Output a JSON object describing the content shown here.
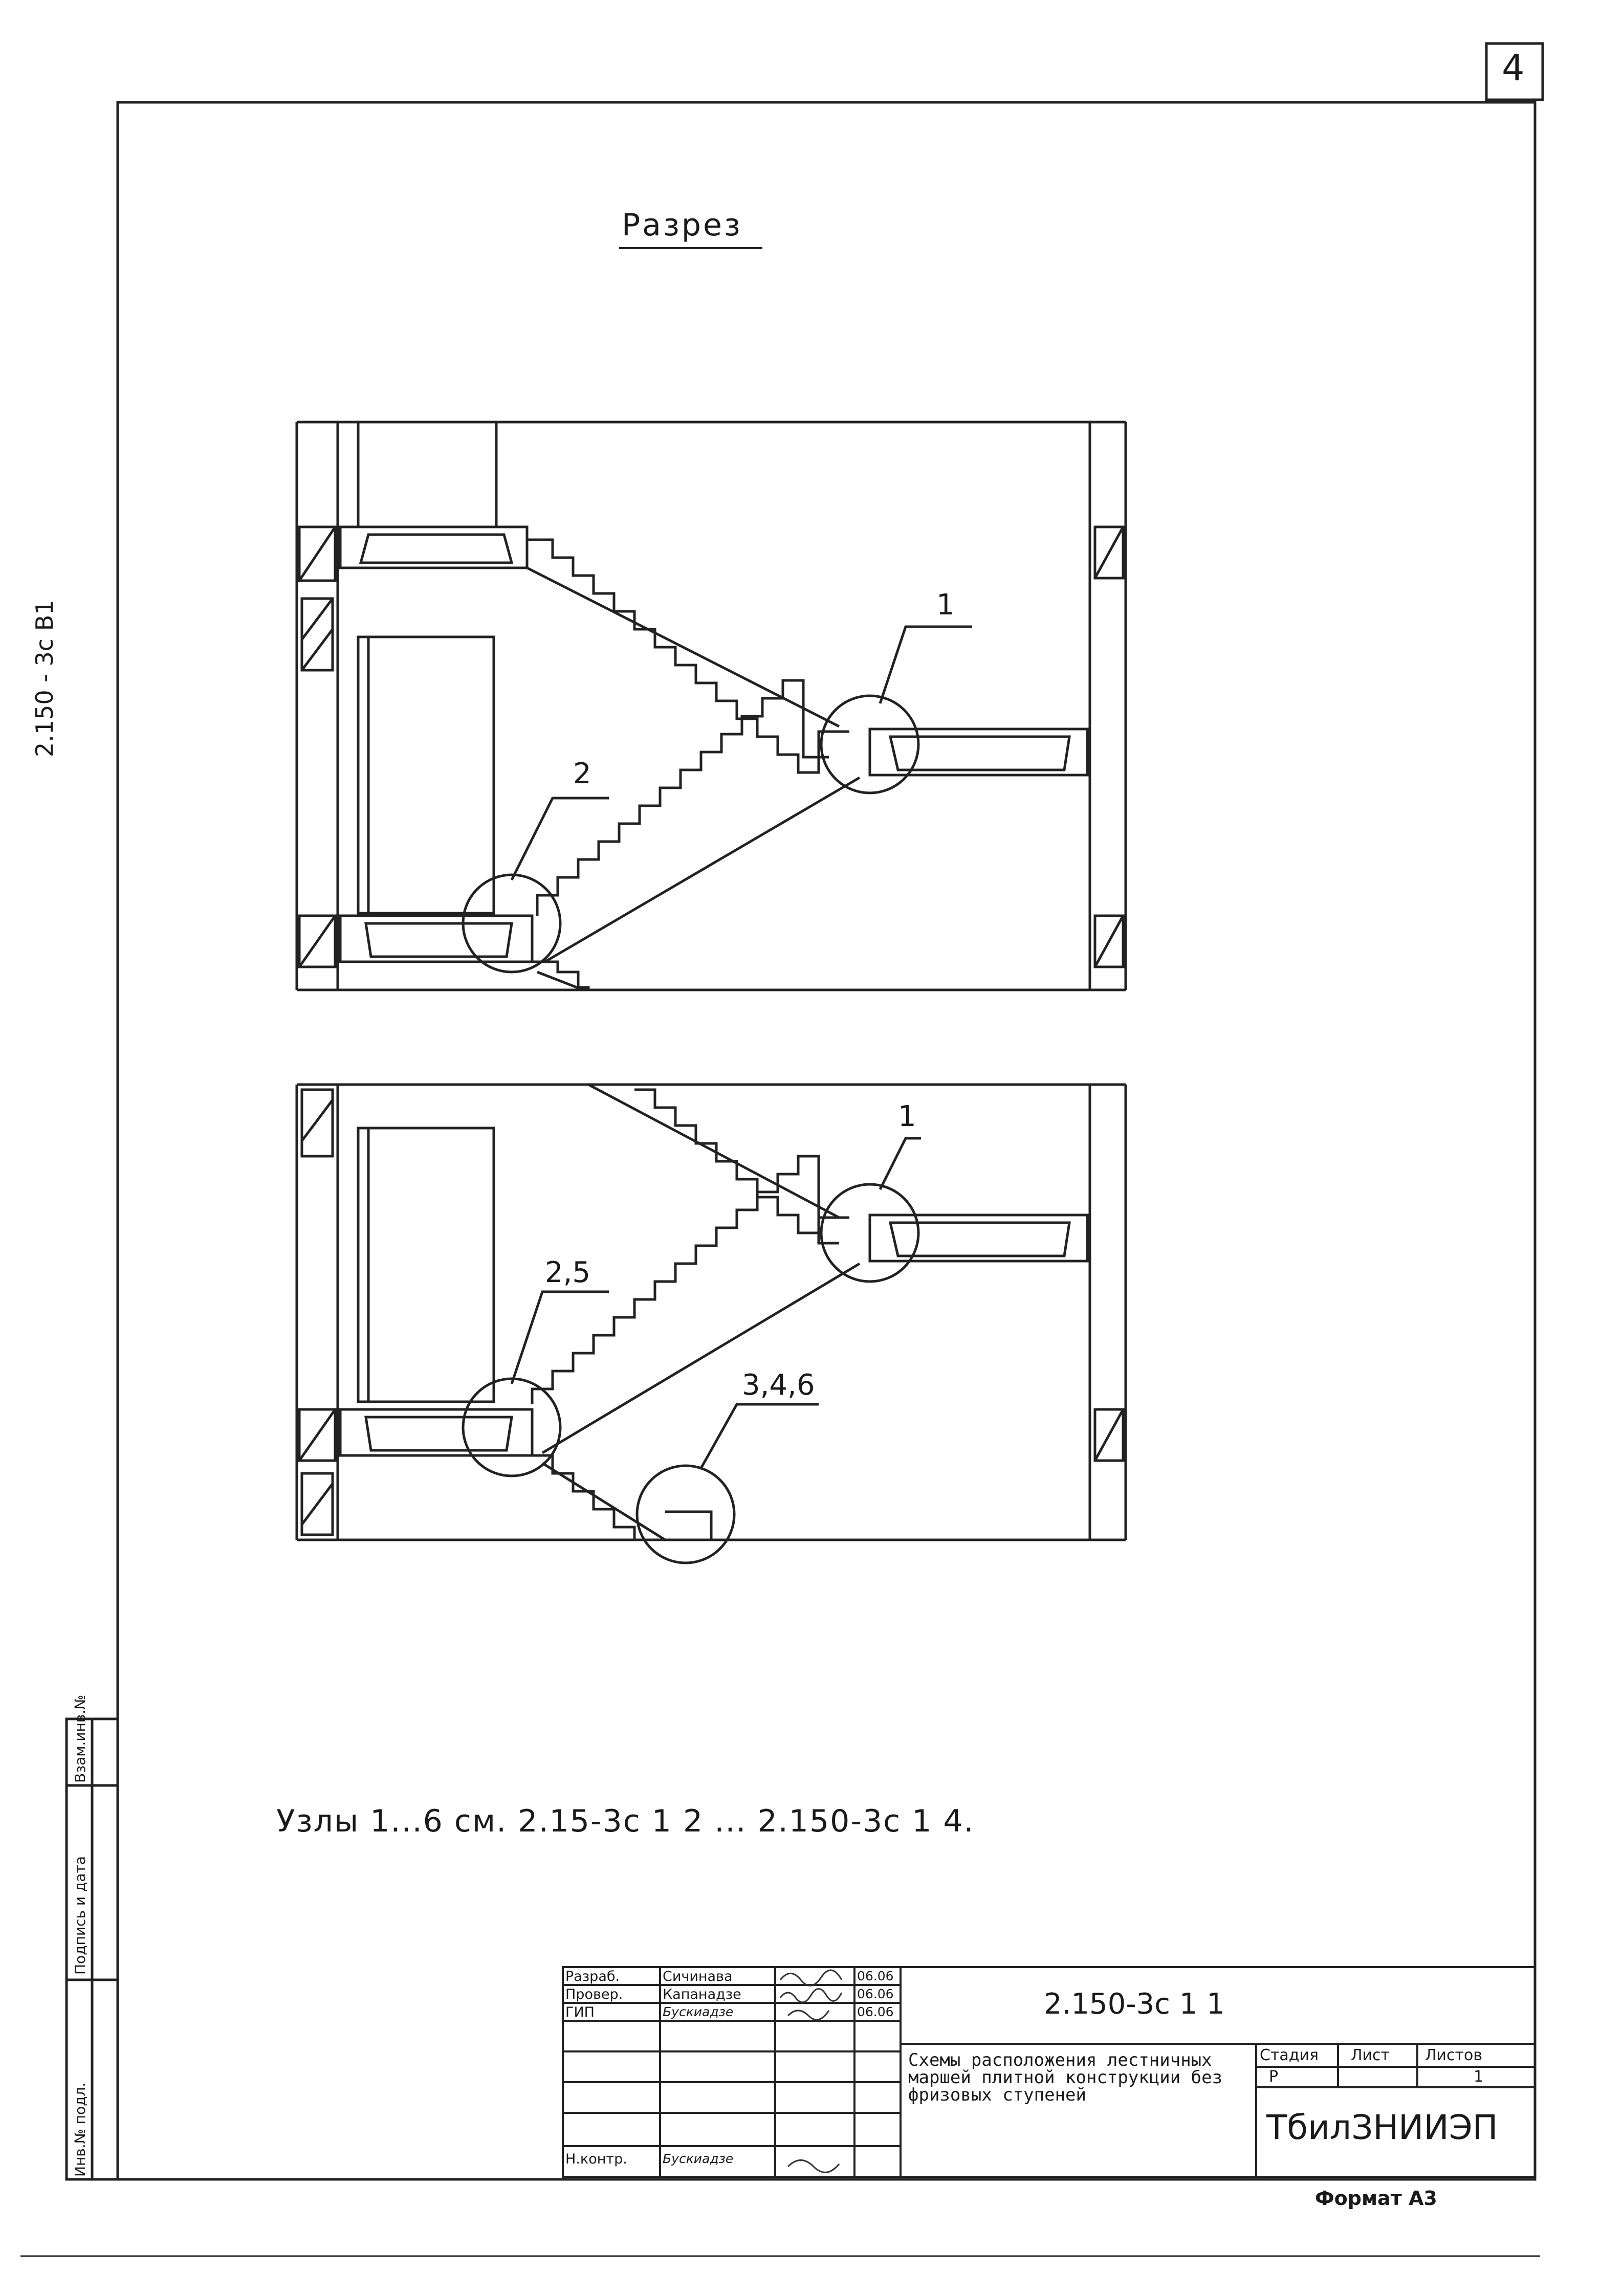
{
  "sheet_number": "4",
  "side_code": "2.150 - 3с В1",
  "title": "Разрез",
  "node_labels": {
    "top_1": "1",
    "top_2": "2",
    "bottom_1": "1",
    "bottom_25": "2,5",
    "bottom_346": "3,4,6"
  },
  "note": "Узлы 1...6 см. 2.15-3с 1 2 ... 2.150-3с 1 4.",
  "left_strip": {
    "inv": "Инв.№ подл.",
    "sign": "Подпись и дата",
    "replace": "Взам.инв.№"
  },
  "stamp": {
    "rows": [
      {
        "role": "Разраб.",
        "name": "Сичинава",
        "date": "06.06"
      },
      {
        "role": "Провер.",
        "name": "Капанадзе",
        "date": "06.06"
      },
      {
        "role": "ГИП",
        "name": "Бускиадзе",
        "date": "06.06"
      },
      {
        "role": "",
        "name": "",
        "date": ""
      },
      {
        "role": "",
        "name": "",
        "date": ""
      },
      {
        "role": "",
        "name": "",
        "date": ""
      },
      {
        "role": "Н.контр.",
        "name": "Бускиадзе",
        "date": ""
      }
    ],
    "doc_code": "2.150-3с 1 1",
    "description": "Схемы расположения лестничных маршей плитной конструкции без фризовых ступеней",
    "stage_header": "Стадия",
    "sheet_header": "Лист",
    "sheets_header": "Листов",
    "stage": "Р",
    "sheet": "",
    "sheets": "1",
    "organization": "ТбилЗНИИЭП"
  },
  "format": "Формат А3"
}
